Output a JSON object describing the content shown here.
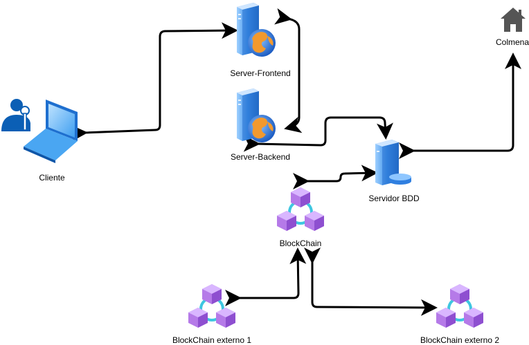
{
  "nodes": {
    "frontend": {
      "label": "Server-Frontend",
      "icon": "web-server-icon"
    },
    "backend": {
      "label": "Server-Backend",
      "icon": "web-server-icon"
    },
    "cliente": {
      "label": "Cliente",
      "icon": "laptop-user-icon"
    },
    "colmena": {
      "label": "Colmena",
      "icon": "home-icon"
    },
    "bdd": {
      "label": "Servidor BDD",
      "icon": "database-server-icon"
    },
    "blockchain": {
      "label": "BlockChain",
      "icon": "blockchain-icon"
    },
    "ext1": {
      "label": "BlockChain externo 1",
      "icon": "blockchain-icon"
    },
    "ext2": {
      "label": "BlockChain externo 2",
      "icon": "blockchain-icon"
    }
  },
  "colors": {
    "server_blue": "#2f7fe0",
    "server_light": "#d6e9ff",
    "globe_orange": "#f2992e",
    "globe_blue": "#2b6fd6",
    "laptop_blue": "#1e88e5",
    "user_blue": "#0b5fb5",
    "block_purple": "#b57ae8",
    "block_light": "#d9b6ff",
    "link_teal": "#3ec6e0",
    "home_gray": "#555555"
  }
}
